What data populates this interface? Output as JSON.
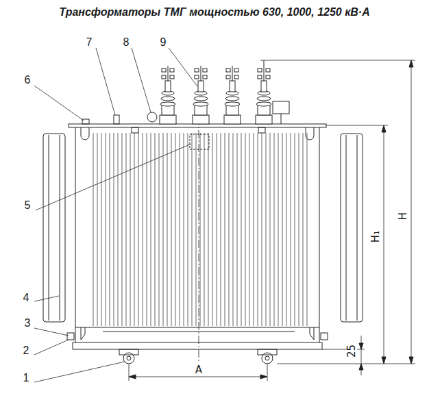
{
  "diagram": {
    "title": "Трансформаторы ТМГ мощностью 630, 1000, 1250 кВ·А",
    "labels": [
      "7",
      "8",
      "9",
      "6",
      "5",
      "H",
      "H₁",
      "4",
      "3",
      "2",
      "25",
      "1",
      "A"
    ]
  }
}
